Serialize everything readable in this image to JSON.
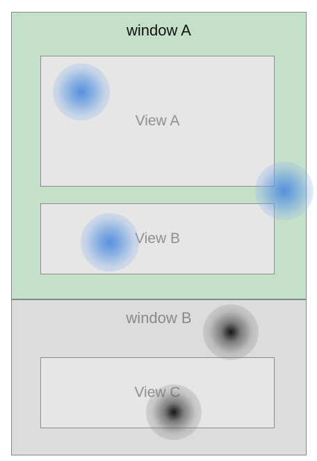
{
  "window_a": {
    "title": "window A",
    "color": "#c5e0c9"
  },
  "window_b": {
    "title": "window B",
    "color": "#dcdcdc"
  },
  "views": {
    "a": {
      "label": "View A"
    },
    "b": {
      "label": "View B"
    },
    "c": {
      "label": "View C"
    }
  },
  "touch_points": {
    "blue_color": "#6f9fdc",
    "dark_color": "#1a1a1a"
  }
}
